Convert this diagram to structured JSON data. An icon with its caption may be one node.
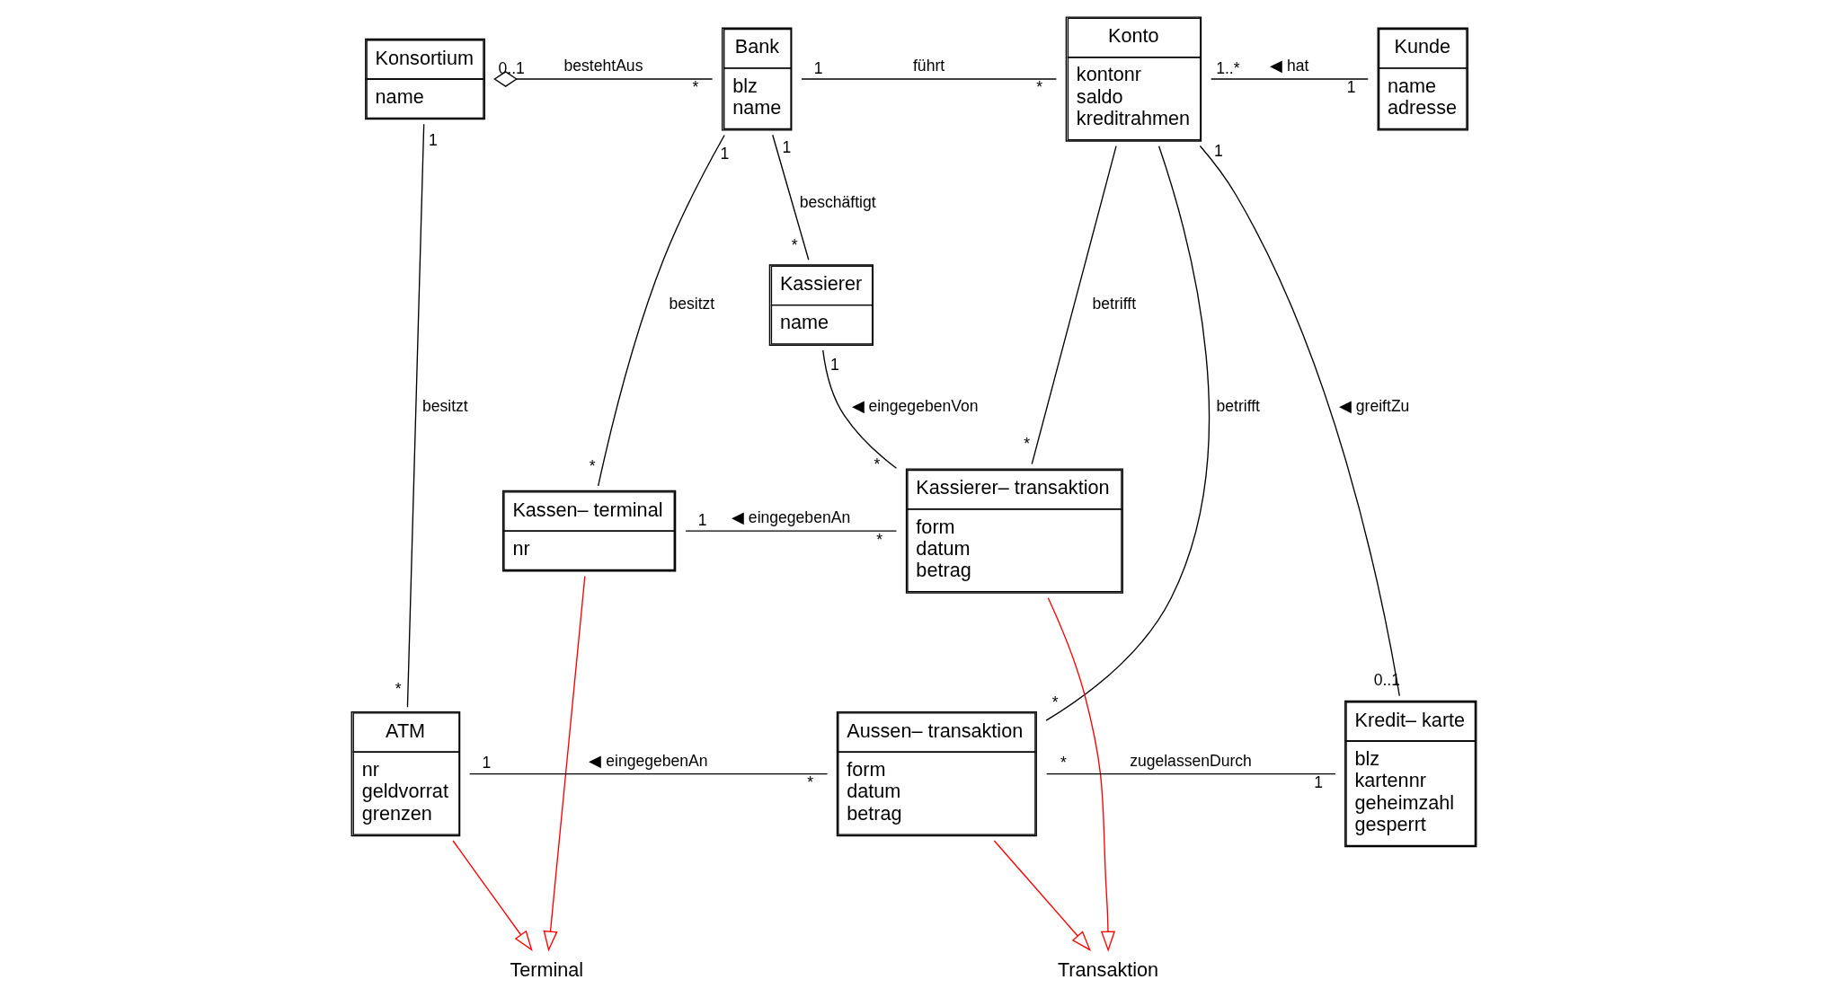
{
  "diagram": {
    "nodes": [
      {
        "text": [
          "Konsortium",
          "name"
        ]
      },
      {
        "text": [
          "Bank",
          "blz",
          "name"
        ]
      },
      {
        "text": [
          "Konto",
          "kontonr",
          "saldo",
          "kreditrahmen"
        ]
      },
      {
        "text": [
          "Kunde",
          "name",
          "adresse"
        ]
      },
      {
        "text": [
          "Kassierer",
          "name"
        ]
      },
      {
        "text": [
          "Kassen– terminal",
          "nr"
        ]
      },
      {
        "text": [
          "Kassierer– transaktion",
          "form",
          "datum",
          "betrag"
        ]
      },
      {
        "text": [
          "ATM",
          "nr",
          "geldvorrat",
          "grenzen"
        ]
      },
      {
        "text": [
          "Aussen– transaktion",
          "form",
          "datum",
          "betrag"
        ]
      },
      {
        "text": [
          "Kredit– karte",
          "blz",
          "kartennr",
          "geheimzahl",
          "gesperrt"
        ]
      },
      {
        "text": [
          "Terminal"
        ]
      },
      {
        "text": [
          "Transaktion"
        ]
      }
    ],
    "edges": [
      {
        "from": 0,
        "to": 1,
        "arrow": "other",
        "label": "bestehtAus"
      },
      {
        "from": 1,
        "to": 2,
        "arrow": "none",
        "label": "führt"
      },
      {
        "from": 1,
        "to": 4,
        "arrow": "none",
        "label": "beschäftigt"
      },
      {
        "from": 2,
        "to": 3,
        "arrow": "none",
        "label": "◀ hat"
      },
      {
        "from": 4,
        "to": 6,
        "arrow": "none",
        "label": "◀ eingegebenVon"
      },
      {
        "from": 1,
        "to": 5,
        "arrow": "none",
        "label": "besitzt"
      },
      {
        "from": 0,
        "to": 7,
        "arrow": "none",
        "label": "besitzt"
      },
      {
        "from": 5,
        "to": 6,
        "arrow": "none",
        "label": "◀ eingegebenAn"
      },
      {
        "from": 2,
        "to": 6,
        "arrow": "none",
        "label": "betrifft"
      },
      {
        "from": 2,
        "to": 8,
        "arrow": "none",
        "label": "betrifft"
      },
      {
        "from": 7,
        "to": 8,
        "arrow": "none",
        "label": "◀ eingegebenAn"
      },
      {
        "from": 8,
        "to": 9,
        "arrow": "none",
        "label": "zugelassenDurch"
      },
      {
        "from": 2,
        "to": 9,
        "arrow": "none",
        "label": "◀ greiftZu"
      },
      {
        "from": 5,
        "to": 10,
        "arrow": "to",
        "color": "#ff0000"
      },
      {
        "from": 7,
        "to": 10,
        "arrow": "to",
        "color": "#ff0000"
      },
      {
        "from": 6,
        "to": 11,
        "arrow": "to",
        "color": "#ff0000"
      },
      {
        "from": 8,
        "to": 11,
        "arrow": "to",
        "color": "#ff0000"
      }
    ],
    "labels": [
      "1",
      "*",
      "0..1",
      "*",
      "1..*",
      "1",
      "1",
      "1",
      "1",
      "*",
      "1",
      "1",
      "*",
      "*",
      "1",
      "*",
      "*",
      "*",
      "*",
      "0..1",
      "1",
      "*",
      "*",
      "1"
    ]
  }
}
